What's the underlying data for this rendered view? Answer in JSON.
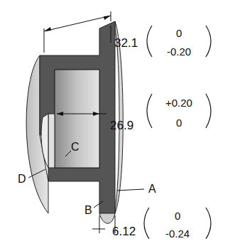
{
  "diagram": {
    "labels": [
      "32.1",
      "0",
      "-0.20",
      "26.9",
      "+0.20",
      "0",
      "C",
      "D",
      "A",
      "B",
      "6.12",
      "0",
      "-0.24"
    ]
  }
}
